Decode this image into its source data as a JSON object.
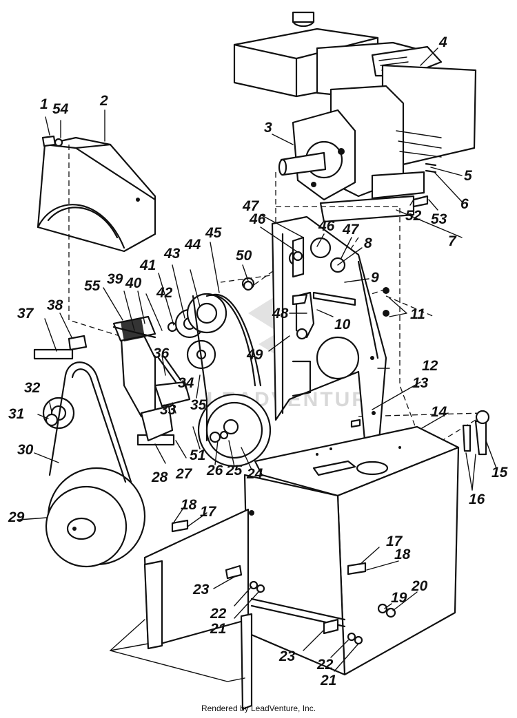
{
  "callouts": [
    "1",
    "54",
    "2",
    "3",
    "4",
    "5",
    "6",
    "52",
    "53",
    "7",
    "47",
    "46",
    "46",
    "47",
    "8",
    "9",
    "11",
    "11",
    "50",
    "48",
    "10",
    "45",
    "44",
    "43",
    "41",
    "42",
    "39",
    "40",
    "55",
    "37",
    "38",
    "36",
    "49",
    "12",
    "13",
    "14",
    "15",
    "16",
    "34",
    "35",
    "33",
    "32",
    "31",
    "30",
    "51",
    "28",
    "27",
    "26",
    "25",
    "24",
    "29",
    "18",
    "17",
    "17",
    "18",
    "20",
    "19",
    "23",
    "22",
    "21",
    "23",
    "22",
    "21"
  ],
  "watermark": "LEADVENTURE",
  "credit": "Rendered by LeadVenture, Inc."
}
